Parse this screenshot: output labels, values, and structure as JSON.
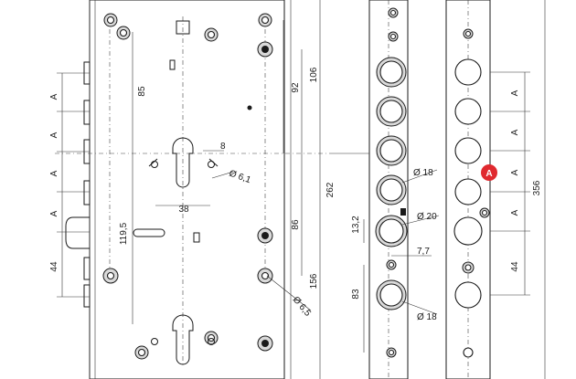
{
  "colors": {
    "line": "#1a1a1a",
    "badge": "#e0292f",
    "badge_text": "#ffffff"
  },
  "icons": [
    "keyhole-icon",
    "screw-icon",
    "bolt-hole-icon",
    "marker-badge-icon"
  ],
  "front_view": {
    "dim_A": "A",
    "dim_44_left": "44",
    "dim_85": "85",
    "dim_119_5": "119,5",
    "dim_38": "38",
    "dim_8": "8",
    "dim_phi_6_1": "Ø 6,1",
    "dim_92": "92",
    "dim_106": "106",
    "dim_262": "262",
    "dim_86": "86",
    "dim_156": "156",
    "dim_phi_6_5": "Ø 6,5"
  },
  "side_view": {
    "dim_phi_18_top": "Ø 18",
    "dim_phi_20": "Ø 20",
    "dim_13_2": "13,2",
    "dim_7_7": "7,7",
    "dim_83": "83",
    "dim_phi_18_bottom": "Ø 18"
  },
  "faceplate_view": {
    "dim_A": "A",
    "dim_44": "44",
    "dim_356": "356",
    "badge_label": "A"
  }
}
